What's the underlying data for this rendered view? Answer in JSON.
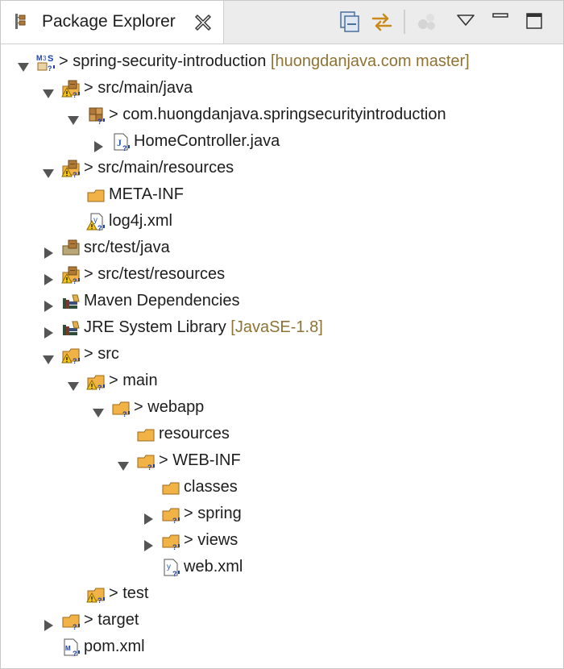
{
  "tab": {
    "title": "Package Explorer",
    "icons": [
      "package-explorer-icon",
      "close-icon"
    ]
  },
  "toolbar": {
    "buttons": [
      "collapse-all-icon",
      "link-with-editor-icon",
      "focus-on-active-task-icon",
      "view-menu-icon",
      "minimize-icon",
      "maximize-icon"
    ]
  },
  "tree": {
    "rows": [
      {
        "prefix": "> ",
        "label": "spring-security-introduction",
        "decoration": " [huongdanjava.com master]",
        "twisty": "expanded",
        "icon": "maven-project-icon"
      },
      {
        "prefix": "> ",
        "label": "src/main/java",
        "decoration": "",
        "twisty": "expanded",
        "icon": "source-folder-warning-icon"
      },
      {
        "prefix": "> ",
        "label": "com.huongdanjava.springsecurityintroduction",
        "decoration": "",
        "twisty": "expanded",
        "icon": "package-icon"
      },
      {
        "prefix": "",
        "label": "HomeController.java",
        "decoration": "",
        "twisty": "collapsed",
        "icon": "java-file-icon"
      },
      {
        "prefix": "> ",
        "label": "src/main/resources",
        "decoration": "",
        "twisty": "expanded",
        "icon": "source-folder-warning-icon"
      },
      {
        "prefix": "",
        "label": "META-INF",
        "decoration": "",
        "twisty": "none",
        "icon": "folder-icon"
      },
      {
        "prefix": "",
        "label": "log4j.xml",
        "decoration": "",
        "twisty": "none",
        "icon": "xml-file-warning-icon"
      },
      {
        "prefix": "",
        "label": "src/test/java",
        "decoration": "",
        "twisty": "collapsed",
        "icon": "source-folder-icon"
      },
      {
        "prefix": "> ",
        "label": "src/test/resources",
        "decoration": "",
        "twisty": "collapsed",
        "icon": "source-folder-warning-icon"
      },
      {
        "prefix": "",
        "label": "Maven Dependencies",
        "decoration": "",
        "twisty": "collapsed",
        "icon": "library-icon"
      },
      {
        "prefix": "",
        "label": "JRE System Library",
        "decoration": " [JavaSE-1.8]",
        "twisty": "collapsed",
        "icon": "library-icon"
      },
      {
        "prefix": "> ",
        "label": "src",
        "decoration": "",
        "twisty": "expanded",
        "icon": "folder-warning-icon"
      },
      {
        "prefix": "> ",
        "label": "main",
        "decoration": "",
        "twisty": "expanded",
        "icon": "folder-warning-icon"
      },
      {
        "prefix": "> ",
        "label": "webapp",
        "decoration": "",
        "twisty": "expanded",
        "icon": "folder-modified-icon"
      },
      {
        "prefix": "",
        "label": "resources",
        "decoration": "",
        "twisty": "none",
        "icon": "folder-icon"
      },
      {
        "prefix": "> ",
        "label": "WEB-INF",
        "decoration": "",
        "twisty": "expanded",
        "icon": "folder-modified-icon"
      },
      {
        "prefix": "",
        "label": "classes",
        "decoration": "",
        "twisty": "none",
        "icon": "folder-icon"
      },
      {
        "prefix": "> ",
        "label": "spring",
        "decoration": "",
        "twisty": "collapsed",
        "icon": "folder-modified-icon"
      },
      {
        "prefix": "> ",
        "label": "views",
        "decoration": "",
        "twisty": "collapsed",
        "icon": "folder-modified-icon"
      },
      {
        "prefix": "",
        "label": "web.xml",
        "decoration": "",
        "twisty": "none",
        "icon": "xml-file-icon"
      },
      {
        "prefix": "> ",
        "label": "test",
        "decoration": "",
        "twisty": "none",
        "icon": "folder-warning-icon"
      },
      {
        "prefix": "> ",
        "label": "target",
        "decoration": "",
        "twisty": "collapsed",
        "icon": "folder-modified-icon"
      },
      {
        "prefix": "",
        "label": "pom.xml",
        "decoration": "",
        "twisty": "none",
        "icon": "maven-pom-icon"
      }
    ]
  },
  "colors": {
    "decoration": "#8f7333",
    "folder": "#f2b346",
    "warning": "#f5c518",
    "tab_background": "#ececec"
  }
}
